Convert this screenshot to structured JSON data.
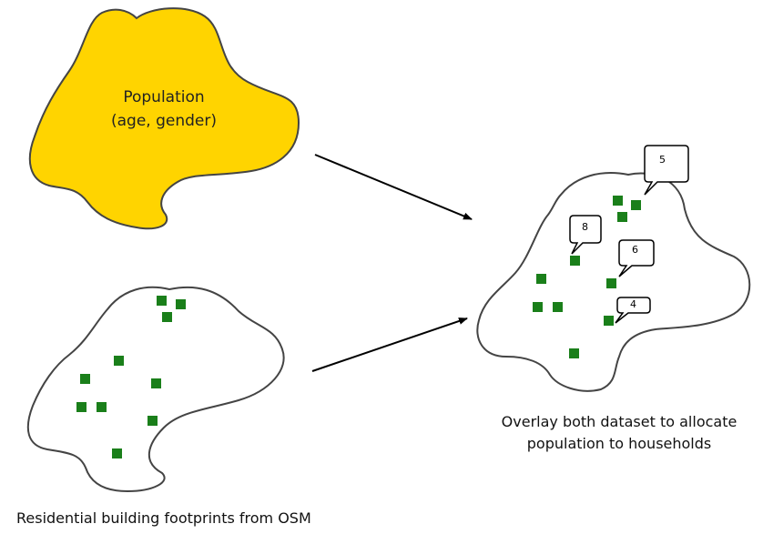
{
  "population_blob": {
    "label_line1": "Population",
    "label_line2": "(age, gender)",
    "fill_color": "#FFD400"
  },
  "footprints_caption": "Residential building footprints from OSM",
  "overlay_caption": {
    "line1": "Overlay both dataset to allocate",
    "line2": "population to households"
  },
  "callouts": [
    "5",
    "8",
    "6",
    "4"
  ],
  "colors": {
    "building": "#1A7F1A",
    "outline": "#444444",
    "arrow": "#000000"
  }
}
